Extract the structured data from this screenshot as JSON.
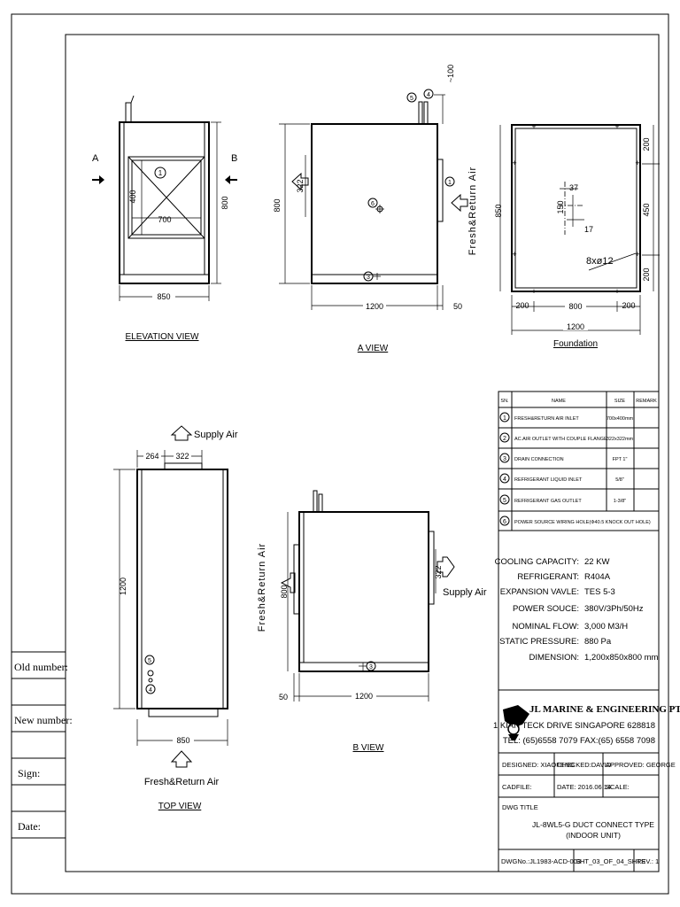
{
  "side_block": {
    "old_number": "Old number:",
    "new_number": "New number:",
    "sign": "Sign:",
    "date": "Date:"
  },
  "views": {
    "elevation": {
      "title": "ELEVATION VIEW",
      "label_a": "A",
      "label_b": "B",
      "tag": "1",
      "dim_700": "700",
      "dim_400": "400",
      "dim_800": "800",
      "dim_850": "850"
    },
    "a_view": {
      "title": "A VIEW",
      "dim_800": "800",
      "dim_322": "322",
      "dim_1200": "1200",
      "dim_50": "50",
      "dim_100": "~100",
      "tag_1": "1",
      "tag_3": "3",
      "tag_4": "4",
      "tag_5": "5",
      "tag_6": "6",
      "fresh_return": "Fresh&Return Air"
    },
    "foundation": {
      "title": "Foundation",
      "dim_850": "850",
      "dim_200_top": "200",
      "dim_450": "450",
      "dim_200_bot": "200",
      "dim_200_left": "200",
      "dim_800": "800",
      "dim_200_right": "200",
      "dim_1200": "1200",
      "dim_37": "37",
      "dim_150": "150",
      "dim_17": "17",
      "holes": "8xø12"
    },
    "top_view": {
      "title": "TOP VIEW",
      "supply_air": "Supply Air",
      "dim_264": "264",
      "dim_322": "322",
      "dim_1200": "1200",
      "dim_850": "850",
      "fresh_return": "Fresh&Return Air",
      "tag_5": "5",
      "tag_4": "4"
    },
    "b_view": {
      "title": "B VIEW",
      "fresh_return": "Fresh&Return Air",
      "supply_air": "Supply Air",
      "dim_800": "800",
      "dim_322": "322",
      "dim_50": "50",
      "dim_1200": "1200",
      "tag_3": "3"
    }
  },
  "parts_table": {
    "headers": [
      "SN.",
      "NAME",
      "SIZE",
      "REMARK"
    ],
    "rows": [
      {
        "sn": "1",
        "name": "FRESH&RETURN AIR INLET",
        "size": "700x400mm",
        "remark": ""
      },
      {
        "sn": "2",
        "name": "AC.AIR OUTLET WITH COUPLE FLANGE",
        "size": "322x322mm",
        "remark": ""
      },
      {
        "sn": "3",
        "name": "DRAIN CONNECTION",
        "size": "FPT 1\"",
        "remark": ""
      },
      {
        "sn": "4",
        "name": "REFRIGERANT LIQUID INLET",
        "size": "5/8\"",
        "remark": ""
      },
      {
        "sn": "5",
        "name": "REFRIGERANT GAS OUTLET",
        "size": "1-3/8\"",
        "remark": ""
      },
      {
        "sn": "6",
        "name": "POWER SOURCE WIRING HOLE(Φ40.5 KNOCK OUT HOLE)",
        "size": "",
        "remark": ""
      }
    ]
  },
  "specs": [
    {
      "label": "COOLING CAPACITY:",
      "value": "22 KW"
    },
    {
      "label": "REFRIGERANT:",
      "value": "R404A"
    },
    {
      "label": "EXPANSION VAVLE:",
      "value": "TES 5-3"
    },
    {
      "label": "POWER SOUCE:",
      "value": "380V/3Ph/50Hz"
    },
    {
      "label": "NOMINAL FLOW:",
      "value": "3,000 M3/H"
    },
    {
      "label": "STATIC PRESSURE:",
      "value": "880 Pa"
    },
    {
      "label": "DIMENSION:",
      "value": "1,200x850x800 mm"
    }
  ],
  "company": {
    "name": "JL MARINE & ENGINEERING PTE LTD",
    "address": "1 KIAN TECK DRIVE SINGAPORE 628818",
    "contact": "TEL: (65)6558 7079  FAX:(65) 6558 7098"
  },
  "title_block": {
    "designed": "DESIGNED: XIAOFENG",
    "checked": "CHECKED:DAVID",
    "approved": "APPROVED: GEORGE",
    "cadfile": "CADFILE:",
    "date": "DATE: 2016.06.14",
    "scale": "SCALE:",
    "dwg_title_label": "DWG TITLE",
    "dwg_title_1": "JL-8WL5-G DUCT CONNECT TYPE",
    "dwg_title_2": "(INDOOR UNIT)",
    "dwg_no": "DWGNo.:JL1983-ACD-003",
    "sheet": "SHT_03_OF_04_SHTS",
    "rev": "REV.: 1"
  }
}
